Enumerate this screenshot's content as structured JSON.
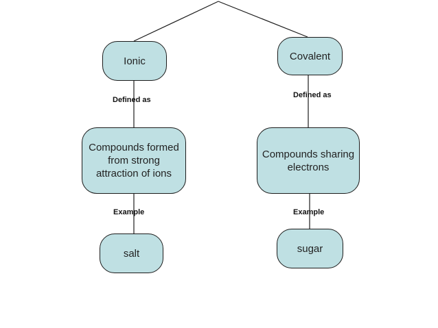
{
  "colors": {
    "node_fill": "#bfe0e3",
    "node_border": "#1a1a1a",
    "line": "#1a1a1a"
  },
  "nodes": {
    "ionic": "Ionic",
    "covalent": "Covalent",
    "ionic_definition": "Compounds formed\nfrom strong\nattraction of ions",
    "covalent_definition": "Compounds sharing\nelectrons",
    "ionic_example": "salt",
    "covalent_example": "sugar"
  },
  "edge_labels": {
    "ionic_defined_as": "Defined as",
    "covalent_defined_as": "Defined as",
    "ionic_example": "Example",
    "covalent_example": "Example"
  }
}
